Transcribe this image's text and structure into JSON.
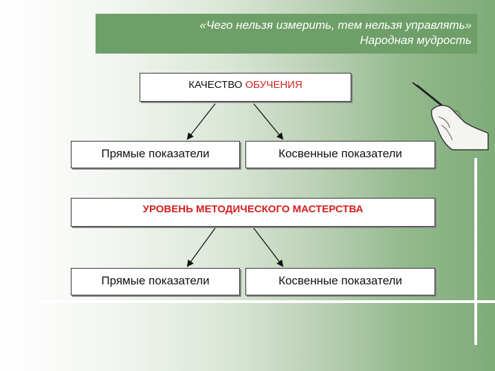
{
  "quote": {
    "line1": "«Чего нельзя измерить, тем нельзя управлять»",
    "line2": "Народная мудрость"
  },
  "diagram": {
    "top1": {
      "part1": "КАЧЕСТВО ",
      "part2": "ОБУЧЕНИЯ"
    },
    "top1_children": {
      "left": "Прямые показатели",
      "right": "Косвенные показатели"
    },
    "top2": "УРОВЕНЬ МЕТОДИЧЕСКОГО МАСТЕРСТВА",
    "top2_children": {
      "left": "Прямые показатели",
      "right": "Косвенные показатели"
    }
  },
  "colors": {
    "quote_bg": "#6e9f68",
    "accent_red": "#d42020"
  },
  "icons": {
    "hand": "hand-with-pen-icon"
  }
}
